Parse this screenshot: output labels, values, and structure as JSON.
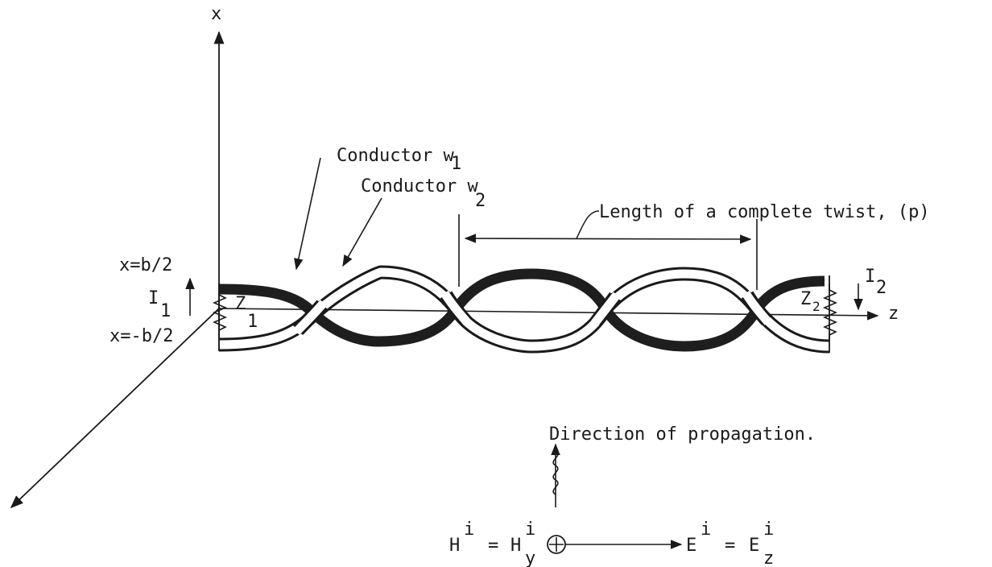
{
  "axes": {
    "x_label": "x",
    "z_label": "z"
  },
  "conductors": {
    "w1": {
      "text": "Conductor w",
      "subscript": "1"
    },
    "w2": {
      "text": "Conductor w",
      "subscript": "2"
    }
  },
  "twist_length_label": "Length of a complete twist, (p)",
  "position_labels": {
    "top": "x=b/2",
    "bottom": "x=-b/2"
  },
  "currents": {
    "i1": {
      "text": "I",
      "subscript": "1"
    },
    "i2": {
      "text": "I",
      "subscript": "2"
    }
  },
  "loads": {
    "z1": {
      "text": "Z",
      "subscript": "1"
    },
    "z2": {
      "text": "Z",
      "subscript": "2"
    }
  },
  "propagation": {
    "direction_label": "Direction of propagation.",
    "h_field": {
      "symbol": "H",
      "sup": "i",
      "eq": "=",
      "rhs_symbol": "H",
      "rhs_sup": "i",
      "rhs_sub": "y"
    },
    "e_field": {
      "symbol": "E",
      "sup": "i",
      "eq": "=",
      "rhs_symbol": "E",
      "rhs_sup": "i",
      "rhs_sub": "z"
    }
  },
  "colors": {
    "ink": "#1a1a1a",
    "dark_conductor": "#1e1e1e",
    "light_conductor": "#ffffff",
    "background": "#ffffff"
  }
}
